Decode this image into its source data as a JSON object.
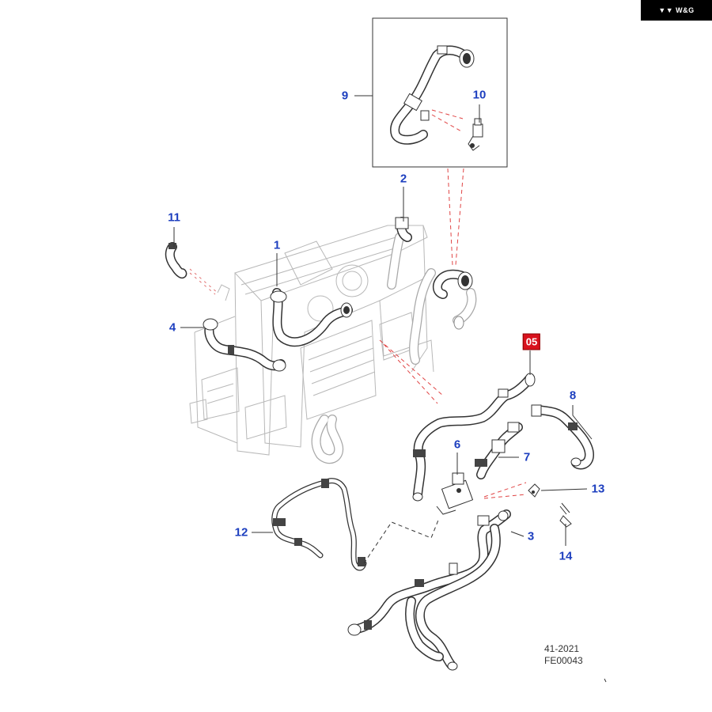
{
  "brand": {
    "label": "W&G",
    "mark": "▼▼"
  },
  "callouts": [
    {
      "id": "1",
      "label": "1"
    },
    {
      "id": "2",
      "label": "2"
    },
    {
      "id": "3",
      "label": "3"
    },
    {
      "id": "4",
      "label": "4"
    },
    {
      "id": "05",
      "label": "05",
      "highlighted": true
    },
    {
      "id": "6",
      "label": "6"
    },
    {
      "id": "7",
      "label": "7"
    },
    {
      "id": "8",
      "label": "8"
    },
    {
      "id": "9",
      "label": "9"
    },
    {
      "id": "10",
      "label": "10"
    },
    {
      "id": "11",
      "label": "11"
    },
    {
      "id": "12",
      "label": "12"
    },
    {
      "id": "13",
      "label": "13"
    },
    {
      "id": "14",
      "label": "14"
    }
  ],
  "document_ref": {
    "line1": "41-2021",
    "line2": "FE00043"
  },
  "colors": {
    "callout": "#1d3fbf",
    "highlight": "#d8121d",
    "leader": "#333333",
    "reference_dash": "#e04444",
    "ghost": "#b8b8b8"
  }
}
